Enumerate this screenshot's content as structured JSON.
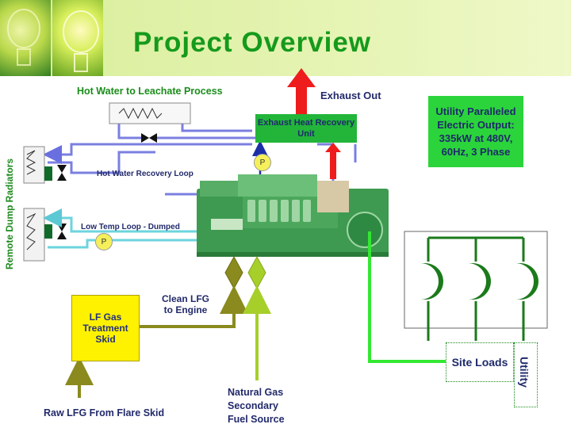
{
  "slide": {
    "title": "Project Overview"
  },
  "labels": {
    "hot_water_leachate": "Hot Water to Leachate Process",
    "exhaust_out": "Exhaust Out",
    "exhaust_unit": "Exhaust Heat Recovery Unit",
    "remote_dump": "Remote Dump Radiators",
    "hw_recovery_loop": "Hot Water Recovery Loop",
    "low_temp_loop": "Low Temp Loop - Dumped",
    "pump_letter": "P",
    "clean_lfg": "Clean LFG to Engine",
    "lf_gas_skid": "LF Gas Treatment Skid",
    "raw_lfg": "Raw LFG From Flare Skid",
    "natural_gas": "Natural Gas Secondary Fuel Source",
    "utility_output": "Utility Paralleled Electric Output: 335kW at 480V, 60Hz, 3 Phase",
    "site_loads": "Site Loads",
    "utility": "Utility"
  },
  "colors": {
    "title_green": "#169a1c",
    "hot_water_pipe": "#7b7fe0",
    "low_temp_pipe": "#6cd4de",
    "exhaust_red": "#ee1c1c",
    "fuel_olive": "#8a8a1e",
    "natural_gas_lime": "#a6cf2a",
    "electric_green": "#33e833",
    "utility_box": "#2bd43b",
    "skid_yellow": "#fff200"
  }
}
